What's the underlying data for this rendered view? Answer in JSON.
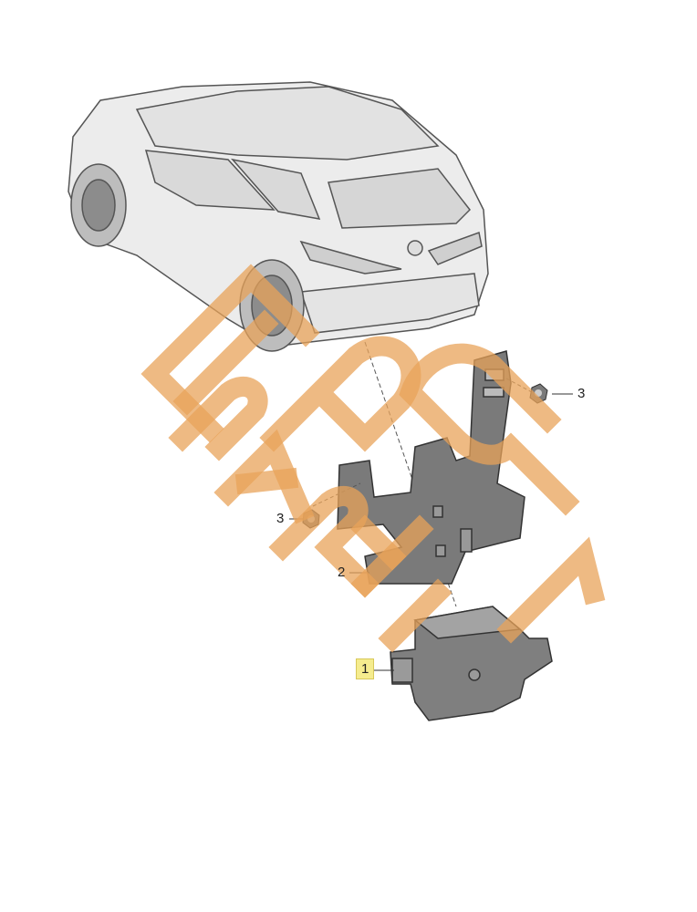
{
  "diagram": {
    "type": "exploded-parts-view",
    "subject": "Rear of SUV with bracket-mounted control module",
    "watermark": {
      "text_line1": "EPC",
      "text_line2": "PARTS",
      "color": "#e8a35a",
      "opacity": 0.75
    },
    "callouts": [
      {
        "id": "1",
        "label": "1",
        "part": "control-module",
        "highlighted": true,
        "highlight_color": "#f5ec8e"
      },
      {
        "id": "2",
        "label": "2",
        "part": "mounting-bracket",
        "highlighted": false
      },
      {
        "id": "3a",
        "label": "3",
        "part": "nut-upper-right",
        "highlighted": false
      },
      {
        "id": "3b",
        "label": "3",
        "part": "nut-left",
        "highlighted": false
      }
    ],
    "colors": {
      "car_body": "#ececec",
      "car_outline": "#555555",
      "part_dark": "#6e6e6e",
      "part_mid": "#8a8a8a",
      "leader_line": "#333333"
    }
  }
}
